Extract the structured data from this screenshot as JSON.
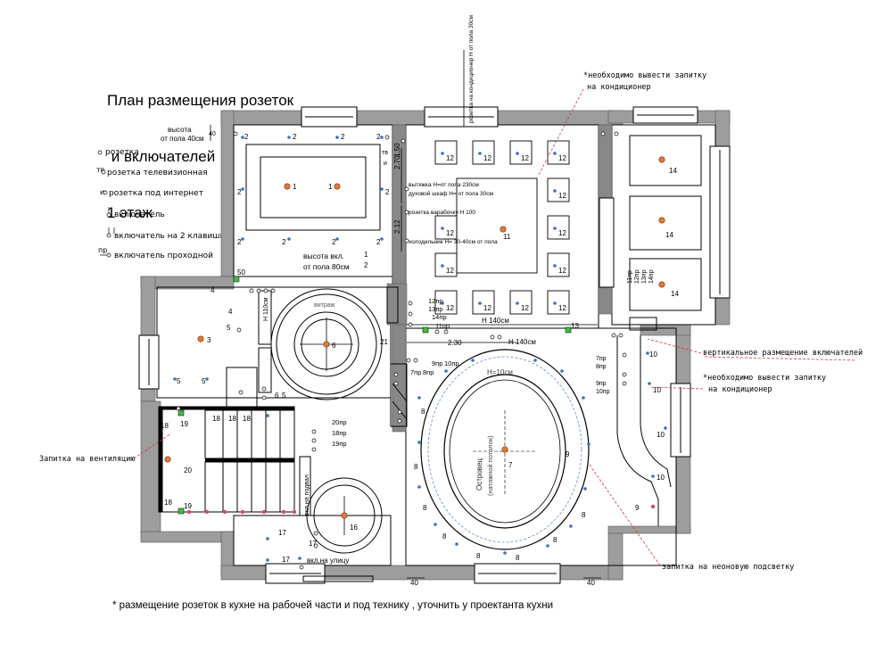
{
  "title": [
    "План размещения розеток",
    " и включателей",
    "1 этаж"
  ],
  "legend": [
    {
      "symbol": "о",
      "label": "розетка"
    },
    {
      "symbol": "тв",
      "label": "розетка телевизионная"
    },
    {
      "symbol": "и",
      "label": "розетка под интернет"
    },
    {
      "symbol": "",
      "label": "включатель"
    },
    {
      "symbol": "",
      "label": "включатель на 2 клавиши"
    },
    {
      "symbol": "пр",
      "label": "включатель проходной"
    }
  ],
  "notes": {
    "ac_top": [
      "*необходимо вывести запитку",
      "на кондиционер"
    ],
    "vertical_switches": "вертикальное размещение включателей",
    "ac_right": [
      "*необходимо вывести запитку",
      "на кондиционер"
    ],
    "ventilation": "Запитка на вентиляцию",
    "neon": "запитка на неоновую подсветку"
  },
  "footer": "* размещение розеток в кухне на рабочей части и под технику , уточнить у проектанта кухни",
  "labels": {
    "height_40": [
      "высота",
      "от пола 40см"
    ],
    "height_80": [
      "высота вкл.",
      "от пола 80см"
    ],
    "dim_40": "40",
    "dim_50": "50",
    "dim_270": "2.70",
    "dim_150": "1,50",
    "dim_212": "2.12",
    "dim_230": "2.30",
    "dim_40_bl": "40",
    "dim_40_br": "40",
    "h140_a": "Н 140см",
    "h140_b": "Н 140см",
    "h110": "Н 110см",
    "top_vertical": "розетка на кондиционер Н от пола 30см",
    "kitchen_1": "вытяжка Н=от пола 230см",
    "kitchen_2": "духовой шкаф Н= от пола 30см",
    "kitchen_3": "розетка варабочку Н 100",
    "kitchen_4": "холодильник Н= 30-40см от пола",
    "vitrazh": "витраж",
    "ostrovets": "Островец",
    "natyazhnoy": "(натяжной потолок)",
    "h10": "Н=10см",
    "vkl_na_ulicu": "вкл.на улицу",
    "vkl_na_podval": "вкл.на подвал",
    "tv": "тв",
    "i": "и"
  },
  "marks": {
    "r1": "1",
    "r1b": "1",
    "r1c": "1",
    "r2": "2",
    "r2pr": "2",
    "n3": "3",
    "n4": "4",
    "n4b": "4",
    "n5": "5",
    "n5b": "5",
    "n5c": "5",
    "n6": "6",
    "n6b": "6",
    "n7": "7",
    "n8": "8",
    "n9": "9",
    "n10": "10",
    "n11": "11",
    "n12": "12",
    "n13": "13",
    "n13b": "13",
    "n14": "14",
    "n16": "16",
    "n17": "17",
    "n18": "18",
    "n19": "19",
    "n20": "20",
    "n21": "21",
    "p7": "7пр",
    "p8": "8пр",
    "p9": "9пр",
    "p10": "10пр",
    "p11": "11пр",
    "p12": "12пр",
    "p13": "13пр",
    "p14": "14пр",
    "p18": "18пр",
    "p19": "19пр",
    "p20": "20пр"
  }
}
